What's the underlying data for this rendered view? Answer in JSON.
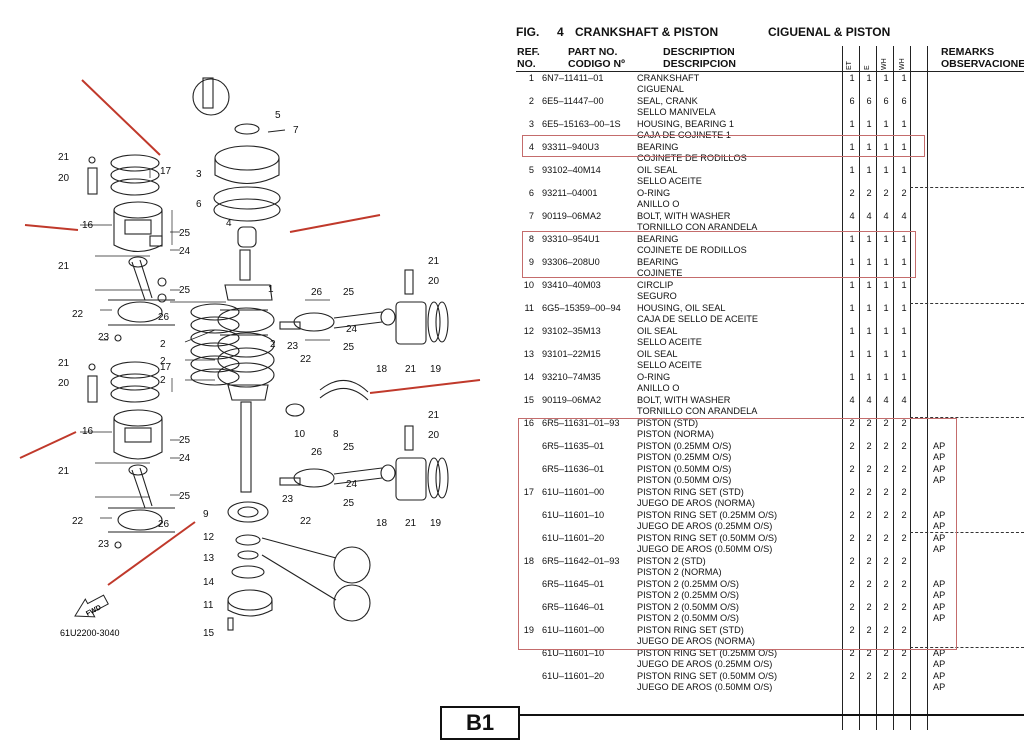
{
  "figure": {
    "fig_label": "FIG.",
    "fig_number": "4",
    "title_en": "CRANKSHAFT & PISTON",
    "title_es": "CIGUENAL & PISTON"
  },
  "columns": {
    "ref_1": "REF.",
    "ref_2": "NO.",
    "part_1": "PART NO.",
    "part_2": "CODIGO Nº",
    "desc_1": "DESCRIPTION",
    "desc_2": "DESCRIPCION",
    "q1": "ET",
    "q2": "E",
    "q3": "WH",
    "q4": "WH",
    "rem_1": "REMARKS",
    "rem_2": "OBSERVACIONES"
  },
  "rows": [
    {
      "ref": "1",
      "part": "6N7–11411–01",
      "d1": "CRANKSHAFT",
      "d2": "CIGUENAL",
      "q": [
        "1",
        "1",
        "1",
        "1"
      ],
      "r1": "",
      "r2": ""
    },
    {
      "ref": "2",
      "part": "6E5–11447–00",
      "d1": "SEAL, CRANK",
      "d2": "SELLO MANIVELA",
      "q": [
        "6",
        "6",
        "6",
        "6"
      ],
      "r1": "",
      "r2": ""
    },
    {
      "ref": "3",
      "part": "6E5–15163–00–1S",
      "d1": "HOUSING, BEARING 1",
      "d2": "CAJA DE COJINETE 1",
      "q": [
        "1",
        "1",
        "1",
        "1"
      ],
      "r1": "",
      "r2": ""
    },
    {
      "ref": "4",
      "part": "93311–940U3",
      "d1": "BEARING",
      "d2": "COJINETE DE RODILLOS",
      "q": [
        "1",
        "1",
        "1",
        "1"
      ],
      "r1": "",
      "r2": ""
    },
    {
      "ref": "5",
      "part": "93102–40M14",
      "d1": "OIL SEAL",
      "d2": "SELLO ACEITE",
      "q": [
        "1",
        "1",
        "1",
        "1"
      ],
      "r1": "",
      "r2": ""
    },
    {
      "ref": "6",
      "part": "93211–04001",
      "d1": "O-RING",
      "d2": "ANILLO O",
      "q": [
        "2",
        "2",
        "2",
        "2"
      ],
      "r1": "",
      "r2": ""
    },
    {
      "ref": "7",
      "part": "90119–06MA2",
      "d1": "BOLT, WITH WASHER",
      "d2": "TORNILLO CON ARANDELA",
      "q": [
        "4",
        "4",
        "4",
        "4"
      ],
      "r1": "",
      "r2": ""
    },
    {
      "ref": "8",
      "part": "93310–954U1",
      "d1": "BEARING",
      "d2": "COJINETE DE RODILLOS",
      "q": [
        "1",
        "1",
        "1",
        "1"
      ],
      "r1": "",
      "r2": ""
    },
    {
      "ref": "9",
      "part": "93306–208U0",
      "d1": "BEARING",
      "d2": "COJINETE",
      "q": [
        "1",
        "1",
        "1",
        "1"
      ],
      "r1": "",
      "r2": ""
    },
    {
      "ref": "10",
      "part": "93410–40M03",
      "d1": "CIRCLIP",
      "d2": "SEGURO",
      "q": [
        "1",
        "1",
        "1",
        "1"
      ],
      "r1": "",
      "r2": ""
    },
    {
      "ref": "11",
      "part": "6G5–15359–00–94",
      "d1": "HOUSING, OIL SEAL",
      "d2": "CAJA DE SELLO DE ACEITE",
      "q": [
        "1",
        "1",
        "1",
        "1"
      ],
      "r1": "",
      "r2": ""
    },
    {
      "ref": "12",
      "part": "93102–35M13",
      "d1": "OIL SEAL",
      "d2": "SELLO ACEITE",
      "q": [
        "1",
        "1",
        "1",
        "1"
      ],
      "r1": "",
      "r2": ""
    },
    {
      "ref": "13",
      "part": "93101–22M15",
      "d1": "OIL SEAL",
      "d2": "SELLO ACEITE",
      "q": [
        "1",
        "1",
        "1",
        "1"
      ],
      "r1": "",
      "r2": ""
    },
    {
      "ref": "14",
      "part": "93210–74M35",
      "d1": "O-RING",
      "d2": "ANILLO O",
      "q": [
        "1",
        "1",
        "1",
        "1"
      ],
      "r1": "",
      "r2": ""
    },
    {
      "ref": "15",
      "part": "90119–06MA2",
      "d1": "BOLT, WITH WASHER",
      "d2": "TORNILLO CON ARANDELA",
      "q": [
        "4",
        "4",
        "4",
        "4"
      ],
      "r1": "",
      "r2": ""
    },
    {
      "ref": "16",
      "part": "6R5–11631–01–93",
      "d1": "PISTON (STD)",
      "d2": "PISTON (NORMA)",
      "q": [
        "2",
        "2",
        "2",
        "2"
      ],
      "r1": "",
      "r2": ""
    },
    {
      "ref": "",
      "part": "6R5–11635–01",
      "d1": "PISTON (0.25MM O/S)",
      "d2": "PISTON (0.25MM O/S)",
      "q": [
        "2",
        "2",
        "2",
        "2"
      ],
      "r1": "AP",
      "r2": "AP"
    },
    {
      "ref": "",
      "part": "6R5–11636–01",
      "d1": "PISTON (0.50MM O/S)",
      "d2": "PISTON (0.50MM O/S)",
      "q": [
        "2",
        "2",
        "2",
        "2"
      ],
      "r1": "AP",
      "r2": "AP"
    },
    {
      "ref": "17",
      "part": "61U–11601–00",
      "d1": "PISTON RING SET (STD)",
      "d2": "JUEGO DE AROS (NORMA)",
      "q": [
        "2",
        "2",
        "2",
        "2"
      ],
      "r1": "",
      "r2": ""
    },
    {
      "ref": "",
      "part": "61U–11601–10",
      "d1": "PISTON RING SET (0.25MM O/S)",
      "d2": "JUEGO DE AROS (0.25MM O/S)",
      "q": [
        "2",
        "2",
        "2",
        "2"
      ],
      "r1": "AP",
      "r2": "AP"
    },
    {
      "ref": "",
      "part": "61U–11601–20",
      "d1": "PISTON RING SET (0.50MM O/S)",
      "d2": "JUEGO DE AROS (0.50MM O/S)",
      "q": [
        "2",
        "2",
        "2",
        "2"
      ],
      "r1": "AP",
      "r2": "AP"
    },
    {
      "ref": "18",
      "part": "6R5–11642–01–93",
      "d1": "PISTON 2 (STD)",
      "d2": "PISTON 2 (NORMA)",
      "q": [
        "2",
        "2",
        "2",
        "2"
      ],
      "r1": "",
      "r2": ""
    },
    {
      "ref": "",
      "part": "6R5–11645–01",
      "d1": "PISTON 2 (0.25MM O/S)",
      "d2": "PISTON 2 (0.25MM O/S)",
      "q": [
        "2",
        "2",
        "2",
        "2"
      ],
      "r1": "AP",
      "r2": "AP"
    },
    {
      "ref": "",
      "part": "6R5–11646–01",
      "d1": "PISTON 2 (0.50MM O/S)",
      "d2": "PISTON 2 (0.50MM O/S)",
      "q": [
        "2",
        "2",
        "2",
        "2"
      ],
      "r1": "AP",
      "r2": "AP"
    },
    {
      "ref": "19",
      "part": "61U–11601–00",
      "d1": "PISTON RING SET (STD)",
      "d2": "JUEGO DE AROS (NORMA)",
      "q": [
        "2",
        "2",
        "2",
        "2"
      ],
      "r1": "",
      "r2": ""
    },
    {
      "ref": "",
      "part": "61U–11601–10",
      "d1": "PISTON RING SET (0.25MM O/S)",
      "d2": "JUEGO DE AROS (0.25MM O/S)",
      "q": [
        "2",
        "2",
        "2",
        "2"
      ],
      "r1": "AP",
      "r2": "AP"
    },
    {
      "ref": "",
      "part": "61U–11601–20",
      "d1": "PISTON RING SET (0.50MM O/S)",
      "d2": "JUEGO DE AROS (0.50MM O/S)",
      "q": [
        "2",
        "2",
        "2",
        "2"
      ],
      "r1": "AP",
      "r2": "AP"
    }
  ],
  "diagram": {
    "labels": [
      "1",
      "2",
      "3",
      "4",
      "5",
      "6",
      "7",
      "8",
      "9",
      "10",
      "11",
      "12",
      "13",
      "14",
      "15",
      "16",
      "17",
      "18",
      "19",
      "20",
      "21",
      "22",
      "23",
      "24",
      "25",
      "26"
    ],
    "fwd": "FWD",
    "drawing_number": "61U2200-3040",
    "arrow_color": "#c0392b"
  },
  "page_tab": "B1",
  "highlight_color": "#c46c6c"
}
